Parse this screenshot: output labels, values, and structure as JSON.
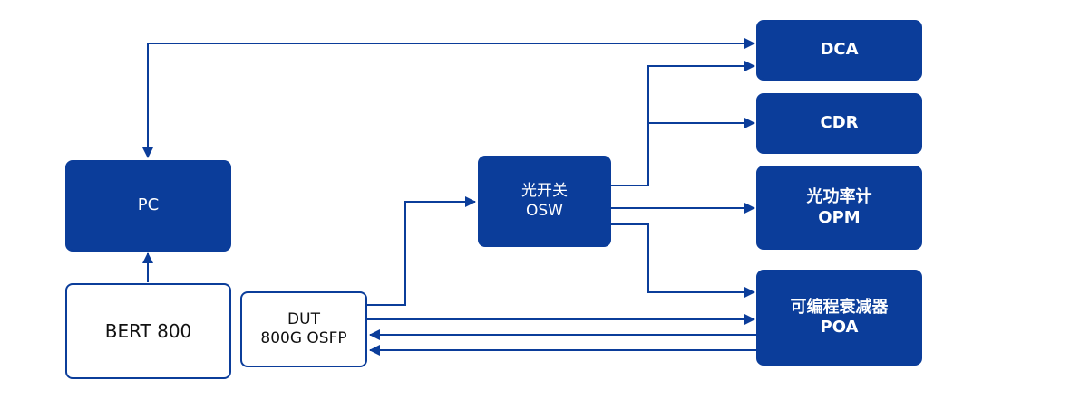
{
  "diagram": {
    "nodes": {
      "pc": {
        "lines": [
          "PC"
        ]
      },
      "bert": {
        "lines": [
          "BERT 800"
        ]
      },
      "dut": {
        "lines": [
          "DUT",
          "800G OSFP"
        ]
      },
      "osw": {
        "lines": [
          "光开关",
          "OSW"
        ]
      },
      "dca": {
        "lines": [
          "DCA"
        ]
      },
      "cdr": {
        "lines": [
          "CDR"
        ]
      },
      "opm": {
        "lines": [
          "光功率计",
          "OPM"
        ]
      },
      "poa": {
        "lines": [
          "可编程衰减器",
          "POA"
        ]
      }
    },
    "colors": {
      "primary": "#0b3d9a",
      "box_text_on_fill": "#ffffff",
      "box_text_on_outline": "#111111",
      "background": "#ffffff"
    },
    "connections": [
      {
        "from": "pc",
        "to": "dca",
        "bidirectional": true
      },
      {
        "from": "bert",
        "to": "pc"
      },
      {
        "from": "dut",
        "to": "osw"
      },
      {
        "from": "osw",
        "to": "dca"
      },
      {
        "from": "osw",
        "to": "cdr"
      },
      {
        "from": "osw",
        "to": "opm"
      },
      {
        "from": "osw",
        "to": "poa"
      },
      {
        "from": "dut",
        "to": "poa"
      },
      {
        "from": "poa",
        "to": "dut"
      },
      {
        "from": "poa",
        "to": "dut"
      }
    ]
  }
}
